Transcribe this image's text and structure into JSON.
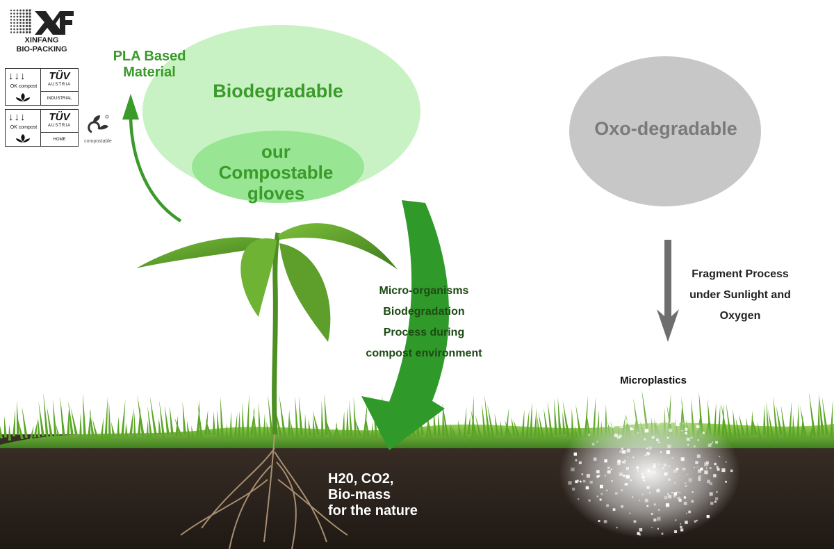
{
  "brand": {
    "logo_letters": "XF",
    "name_line1": "XINFANG",
    "name_line2": "BIO-PACKING"
  },
  "certifications": [
    {
      "label": "OK compost",
      "issuer": "TÜV",
      "region": "AUSTRIA",
      "kind": "INDUSTRIAL"
    },
    {
      "label": "OK compost",
      "issuer": "TÜV",
      "region": "AUSTRIA",
      "kind": "HOME"
    }
  ],
  "compostable_logo": {
    "label": "compostable"
  },
  "labels": {
    "pla_line1": "PLA Based",
    "pla_line2": "Material",
    "biodegradable": "Biodegradable",
    "gloves_line1": "our",
    "gloves_line2": "Compostable",
    "gloves_line3": "gloves",
    "oxo": "Oxo-degradable",
    "process_line1": "Micro-organisms",
    "process_line2": "Biodegradation",
    "process_line3": "Process during",
    "process_line4": "compost environment",
    "fragment_line1": "Fragment Process",
    "fragment_line2": "under Sunlight and",
    "fragment_line3": "Oxygen",
    "microplastics": "Microplastics",
    "result_line1": "H20, CO2,",
    "result_line2": "Bio-mass",
    "result_line3": "for the nature"
  },
  "colors": {
    "bio_ellipse": "#c9f2c4",
    "gloves_ellipse": "#98e593",
    "green_text": "#3a9a2a",
    "oxo_ellipse": "#c7c7c7",
    "green_arrow": "#2f9a2a",
    "grey_arrow": "#6e6e6e",
    "soil": "#2a221d",
    "grass": "#5aa526"
  }
}
